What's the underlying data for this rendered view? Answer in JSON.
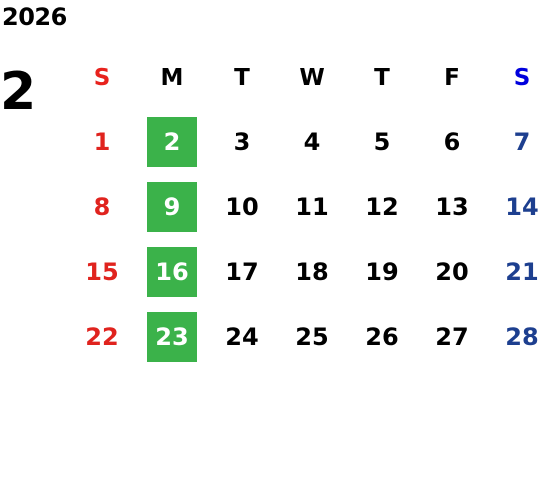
{
  "calendar": {
    "year": "2026",
    "month": "2",
    "weekdays": [
      "S",
      "M",
      "T",
      "W",
      "T",
      "F",
      "S"
    ],
    "weeks": [
      [
        "1",
        "2",
        "3",
        "4",
        "5",
        "6",
        "7"
      ],
      [
        "8",
        "9",
        "10",
        "11",
        "12",
        "13",
        "14"
      ],
      [
        "15",
        "16",
        "17",
        "18",
        "19",
        "20",
        "21"
      ],
      [
        "22",
        "23",
        "24",
        "25",
        "26",
        "27",
        "28"
      ]
    ],
    "highlighted_column": 1
  },
  "colors": {
    "sunday_header": "#e8221d",
    "saturday_header": "#0000dd",
    "sunday_dates": "#e0231e",
    "saturday_dates": "#1d3f8f",
    "weekday": "#000000",
    "highlight_bg": "#3bb24a",
    "highlight_text": "#ffffff"
  }
}
